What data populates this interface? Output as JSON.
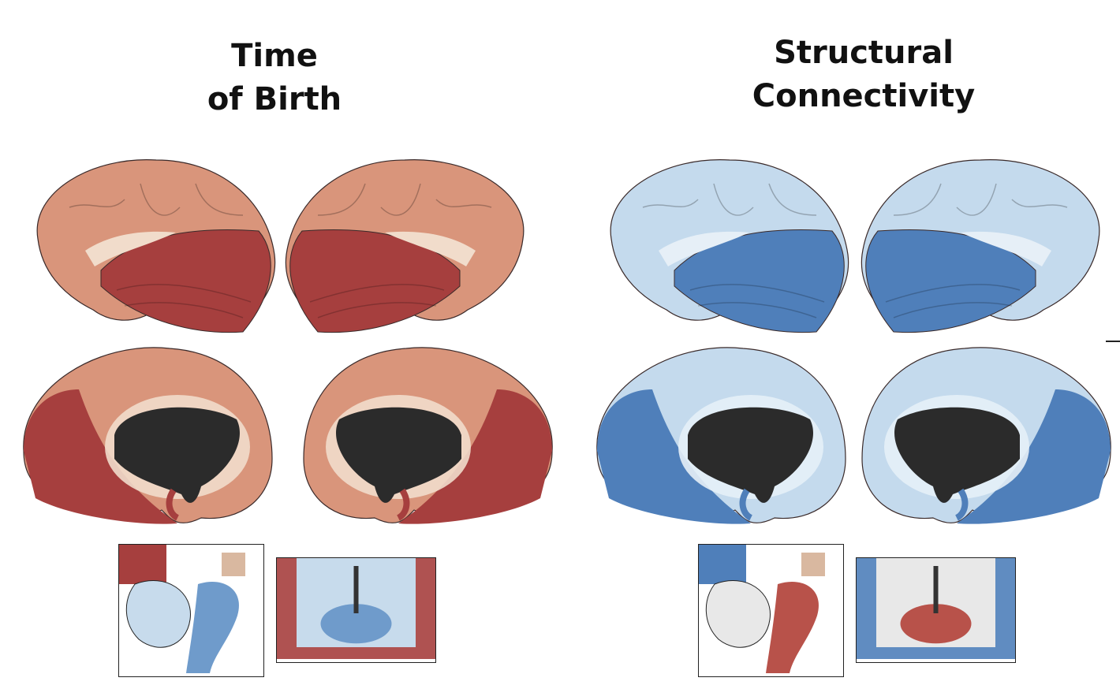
{
  "panels": [
    {
      "title_line1": "Time",
      "title_line2": "of Birth",
      "colors": {
        "pale": "#f1dccb",
        "light": "#d9957b",
        "dark": "#a63f3e",
        "inset_other": "#c7dbec",
        "inset_mid": "#6f9bcb"
      }
    },
    {
      "title_line1": "Structural",
      "title_line2": "Connectivity",
      "colors": {
        "pale": "#e6eff7",
        "light": "#c4daed",
        "dark": "#4f7fba",
        "inset_other": "#e8e8e8",
        "inset_mid": "#b8524a"
      }
    }
  ]
}
